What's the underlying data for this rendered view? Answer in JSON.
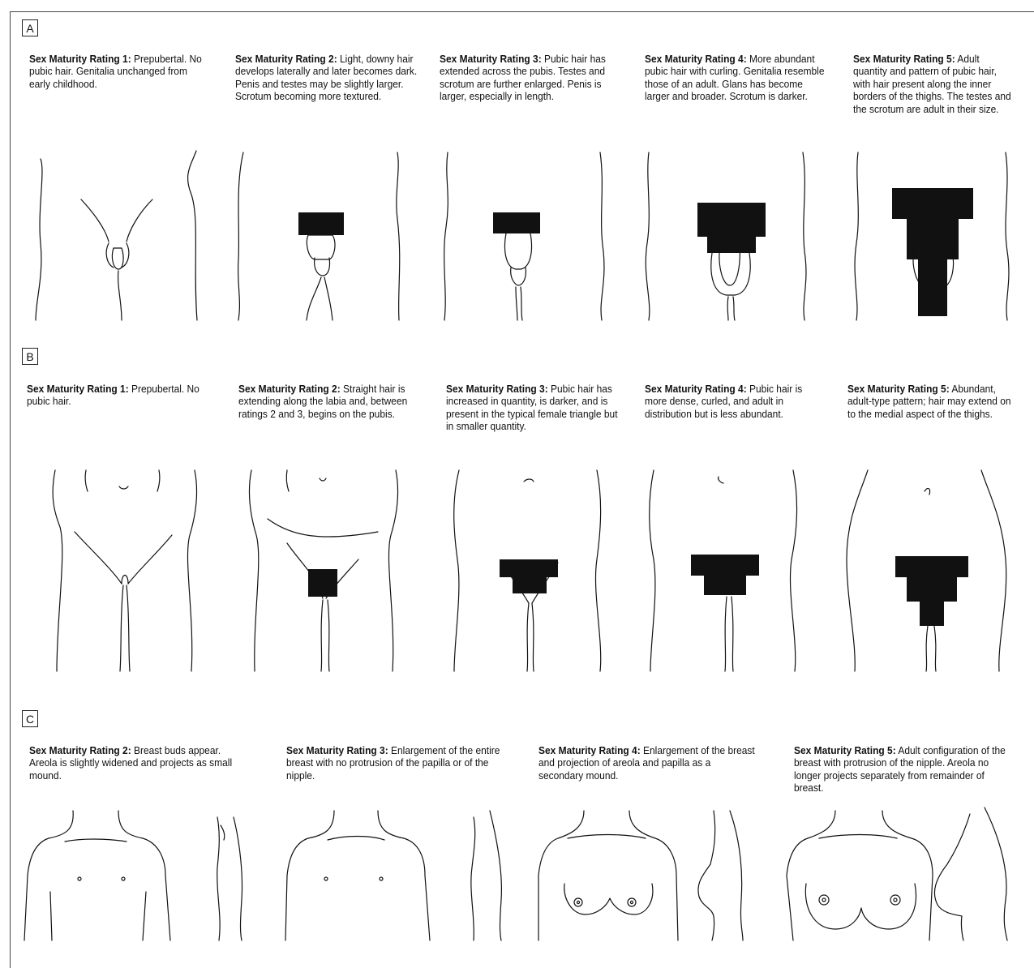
{
  "sections": [
    {
      "label": "A",
      "stages": [
        {
          "title": "Sex Maturity Rating 1:",
          "text": "Prepubertal. No pubic hair. Genitalia unchanged from early childhood."
        },
        {
          "title": "Sex Maturity Rating 2:",
          "text": "Light, downy hair develops laterally and later becomes dark. Penis and testes may be slightly larger. Scrotum becoming more textured."
        },
        {
          "title": "Sex Maturity Rating 3:",
          "text": "Pubic hair has extended across the pubis. Testes and scrotum are further enlarged. Penis is larger, especially in length."
        },
        {
          "title": "Sex Maturity Rating 4:",
          "text": "More abundant pubic hair with curling. Genitalia resemble those of an adult. Glans has become larger and broader. Scrotum is darker."
        },
        {
          "title": "Sex Maturity Rating 5:",
          "text": "Adult quantity and pattern of pubic hair, with hair present along the inner borders of the thighs. The testes and the scrotum are adult in their size."
        }
      ]
    },
    {
      "label": "B",
      "stages": [
        {
          "title": "Sex Maturity Rating 1:",
          "text": "Prepubertal. No pubic hair."
        },
        {
          "title": "Sex Maturity Rating 2:",
          "text": "Straight hair is extending along the labia and, between ratings 2 and 3, begins on the pubis."
        },
        {
          "title": "Sex Maturity Rating 3:",
          "text": "Pubic hair has increased in quantity, is darker, and is present in the typical female triangle but in smaller quantity."
        },
        {
          "title": "Sex Maturity Rating 4:",
          "text": "Pubic hair is more dense, curled, and adult in distribution but is less abundant."
        },
        {
          "title": "Sex Maturity Rating 5:",
          "text": "Abundant, adult-type pattern; hair may extend on to the medial aspect of the thighs."
        }
      ]
    },
    {
      "label": "C",
      "stages": [
        {
          "title": "Sex Maturity Rating 2:",
          "text": "Breast buds appear. Areola is slightly widened and projects as small mound."
        },
        {
          "title": "Sex Maturity Rating 3:",
          "text": "Enlargement of the entire breast with no protrusion of the papilla or of the nipple."
        },
        {
          "title": "Sex Maturity Rating 4:",
          "text": "Enlargement of the breast and projection of areola and papilla as a secondary mound."
        },
        {
          "title": "Sex Maturity Rating 5:",
          "text": "Adult configuration of the breast with protrusion of the nipple. Areola no longer projects separately from remainder of breast."
        }
      ]
    }
  ]
}
